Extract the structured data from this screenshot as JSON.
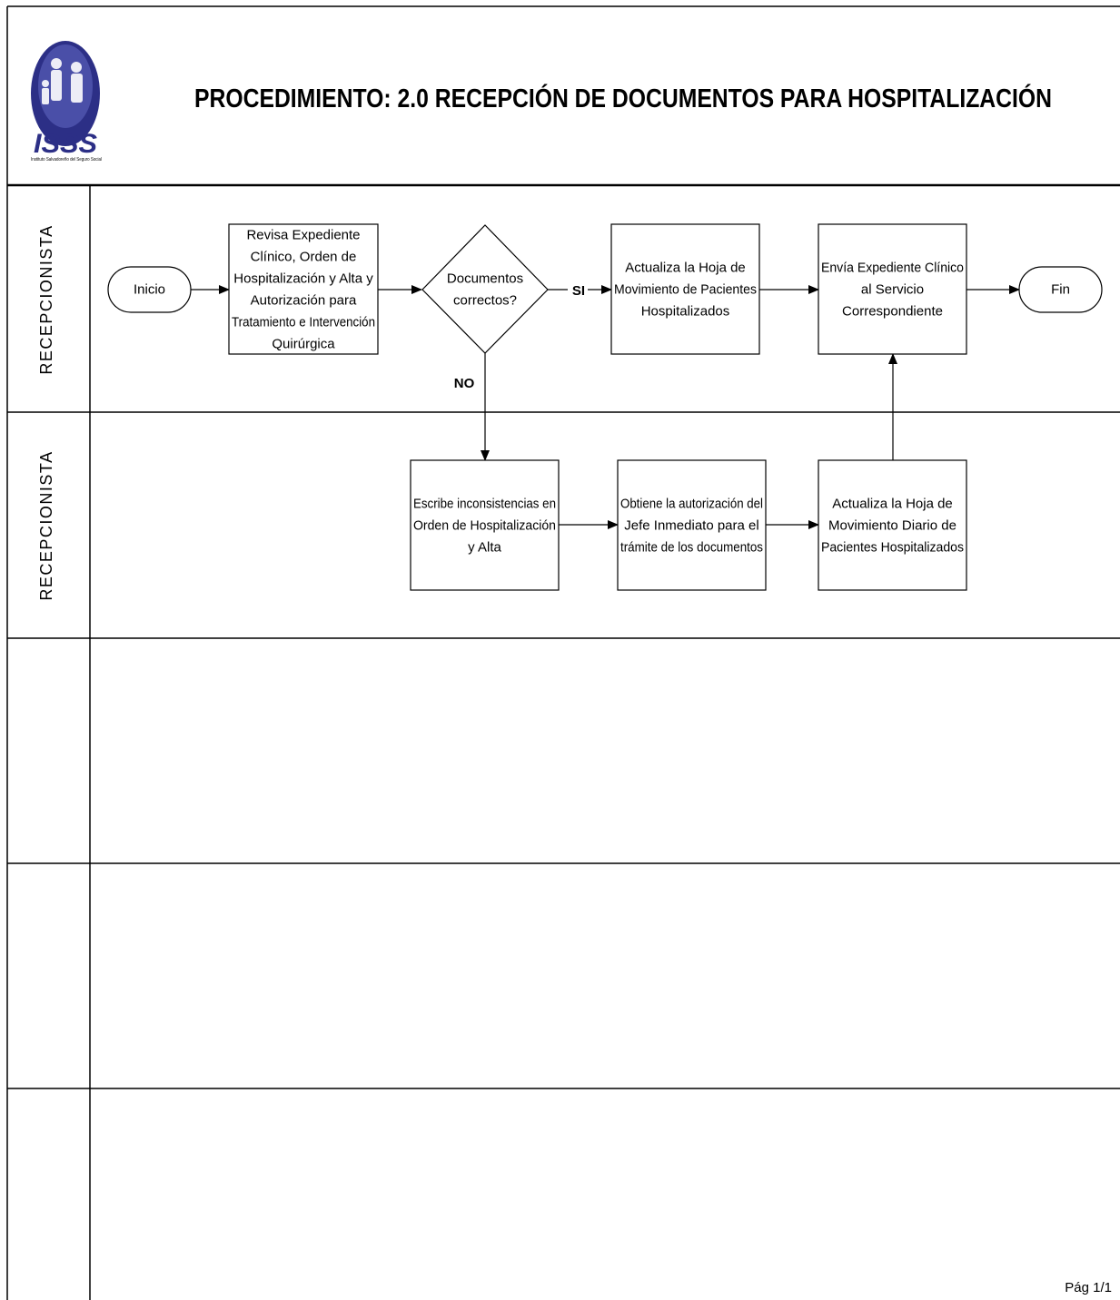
{
  "title": "PROCEDIMIENTO: 2.0 RECEPCIÓN DE DOCUMENTOS PARA HOSPITALIZACIÓN",
  "logo": {
    "acronym": "ISSS",
    "subtitle": "Instituto Salvadoreño del Seguro Social",
    "color": "#2c2f86"
  },
  "lanes": [
    {
      "label": "RECEPCIONISTA"
    },
    {
      "label": "RECEPCIONISTA"
    },
    {
      "label": ""
    },
    {
      "label": ""
    },
    {
      "label": ""
    }
  ],
  "nodes": {
    "inicio": {
      "lines": [
        "Inicio"
      ]
    },
    "revisa": {
      "lines": [
        "Revisa  Expediente",
        "Clínico, Orden de",
        "Hospitalización y Alta y",
        "Autorización para",
        "Tratamiento e Intervención",
        "Quirúrgica"
      ]
    },
    "decision": {
      "lines": [
        "Documentos",
        "correctos?"
      ]
    },
    "actualiza_hoja": {
      "lines": [
        "Actualiza la Hoja de",
        "Movimiento de Pacientes",
        "Hospitalizados"
      ]
    },
    "envia": {
      "lines": [
        "Envía Expediente Clínico",
        "al Servicio",
        "Correspondiente"
      ]
    },
    "fin": {
      "lines": [
        "Fin"
      ]
    },
    "escribe": {
      "lines": [
        "Escribe inconsistencias en",
        "Orden de Hospitalización",
        "y Alta"
      ]
    },
    "obtiene": {
      "lines": [
        "Obtiene la autorización del",
        "Jefe Inmediato para el",
        "trámite de los documentos"
      ]
    },
    "actualiza_diario": {
      "lines": [
        "Actualiza la Hoja de",
        "Movimiento Diario de",
        "Pacientes Hospitalizados"
      ]
    }
  },
  "edges": {
    "si_label": "SI",
    "no_label": "NO"
  },
  "page": "Pág 1/1"
}
